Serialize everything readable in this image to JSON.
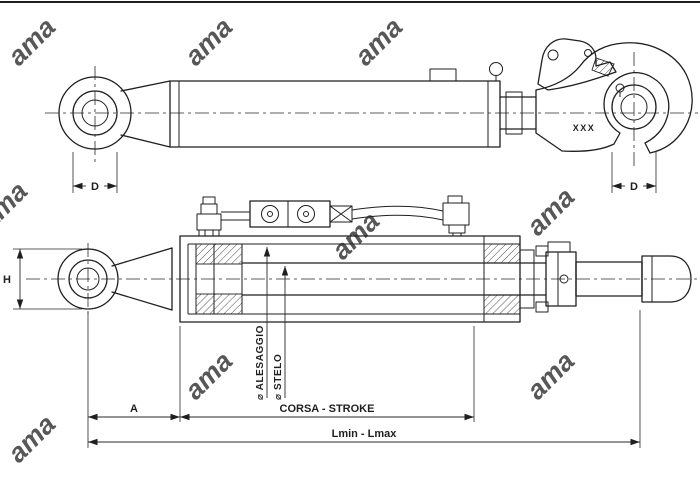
{
  "drawing": {
    "colors": {
      "line": "#1f1f1f",
      "background": "#ffffff",
      "watermark": "#a5c8de"
    },
    "watermark": {
      "text": "ama"
    },
    "side_view": {
      "hook_marking": "XXX",
      "dim_d_left": "D",
      "dim_d_right": "D"
    },
    "section_view": {
      "dim_h": "H",
      "dim_a": "A",
      "dim_stroke": "CORSA - STROKE",
      "dim_length": "Lmin - Lmax",
      "label_bore": "⌀ ALESAGGIO",
      "label_rod": "⌀ STELO"
    }
  }
}
